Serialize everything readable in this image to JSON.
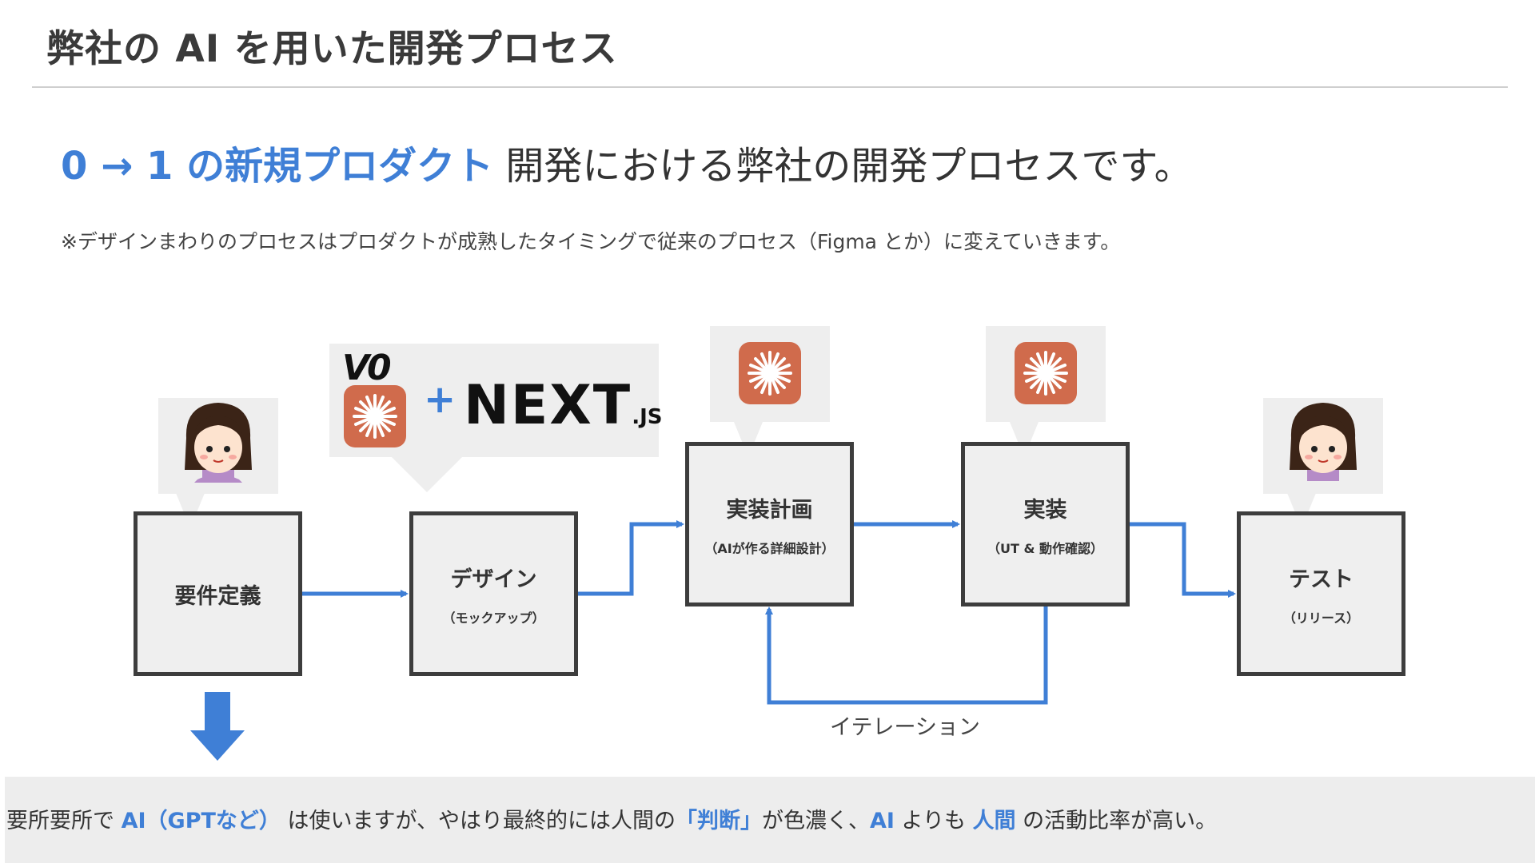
{
  "page": {
    "title": "弊社の AI を用いた開発プロセス",
    "headline_accent": "0 → 1 の新規プロダクト",
    "headline_rest": " 開発における弊社の開発プロセスです。",
    "note": "※デザインまわりのプロセスはプロダクトが成熟したタイミングで従来のプロセス（Figma とか）に変えていきます。"
  },
  "colors": {
    "accent": "#3f7fd6",
    "box_border": "#3d3d3d",
    "box_fill": "#efefef",
    "claude_orange": "#d06b4c"
  },
  "steps": [
    {
      "label": "要件定義",
      "sub": ""
    },
    {
      "label": "デザイン",
      "sub": "（モックアップ）"
    },
    {
      "label": "実装計画",
      "sub": "（AIが作る詳細設計）"
    },
    {
      "label": "実装",
      "sub": "（UT & 動作確認）"
    },
    {
      "label": "テスト",
      "sub": "（リリース）"
    }
  ],
  "icons": {
    "requirements_person": "person-icon",
    "design_tools": [
      "v0-logo",
      "claude-icon",
      "nextjs-logo"
    ],
    "plan_tool": "claude-icon",
    "impl_tool": "claude-icon",
    "test_person": "person-icon"
  },
  "logos": {
    "v0": "V0",
    "plus": "+",
    "nextjs": "NEXT",
    "nextjs_suffix": ".JS"
  },
  "iteration_label": "イテレーション",
  "bottom": {
    "t1": "要所要所で ",
    "a1": "AI（GPTなど）",
    "t2": " は使いますが、やはり最終的には人間の",
    "a2": "「判断」",
    "t3": "が色濃く、",
    "a3": "AI",
    "t4": " よりも ",
    "a4": "人間",
    "t5": " の活動比率が高い。"
  }
}
